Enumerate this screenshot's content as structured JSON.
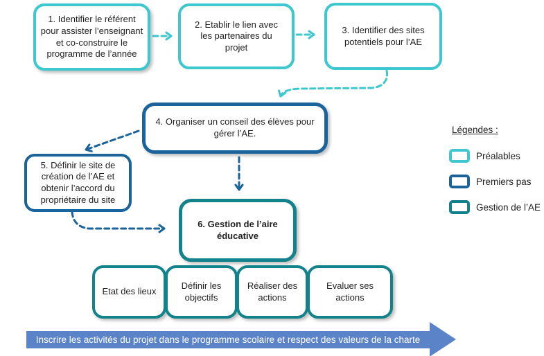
{
  "steps": {
    "step1": "1. Identifier le référent pour assister l’enseignant et co-construire le programme de l’année",
    "step2": "2. Etablir le lien avec les partenaires du projet",
    "step3": "3. Identifier des sites potentiels pour l’AE",
    "step4": "4. Organiser un conseil des élèves pour gérer l’AE.",
    "step5": "5. Définir le site de création de l’AE et obtenir l’accord du propriétaire du site",
    "step6": "6. Gestion de l’aire éducative"
  },
  "substeps": [
    "Etat des lieux",
    "Définir les objectifs",
    "Réaliser des actions",
    "Evaluer ses actions"
  ],
  "legend": {
    "title": "Légendes :",
    "items": [
      {
        "label": "Préalables",
        "color": "#3CC8CE"
      },
      {
        "label": "Premiers pas",
        "color": "#1B649B"
      },
      {
        "label": "Gestion de l’AE",
        "color": "#12828B"
      }
    ]
  },
  "banner": {
    "text": "Inscrire les activités du projet dans le programme scolaire et respect des valeurs de la charte",
    "color": "#5B84C8"
  },
  "colors": {
    "prealables": "#3CC8CE",
    "premiers_pas": "#1B649B",
    "gestion_ae": "#12828B",
    "banner": "#5B84C8",
    "text": "#1F1F1F",
    "background": "#FFFFFF"
  }
}
